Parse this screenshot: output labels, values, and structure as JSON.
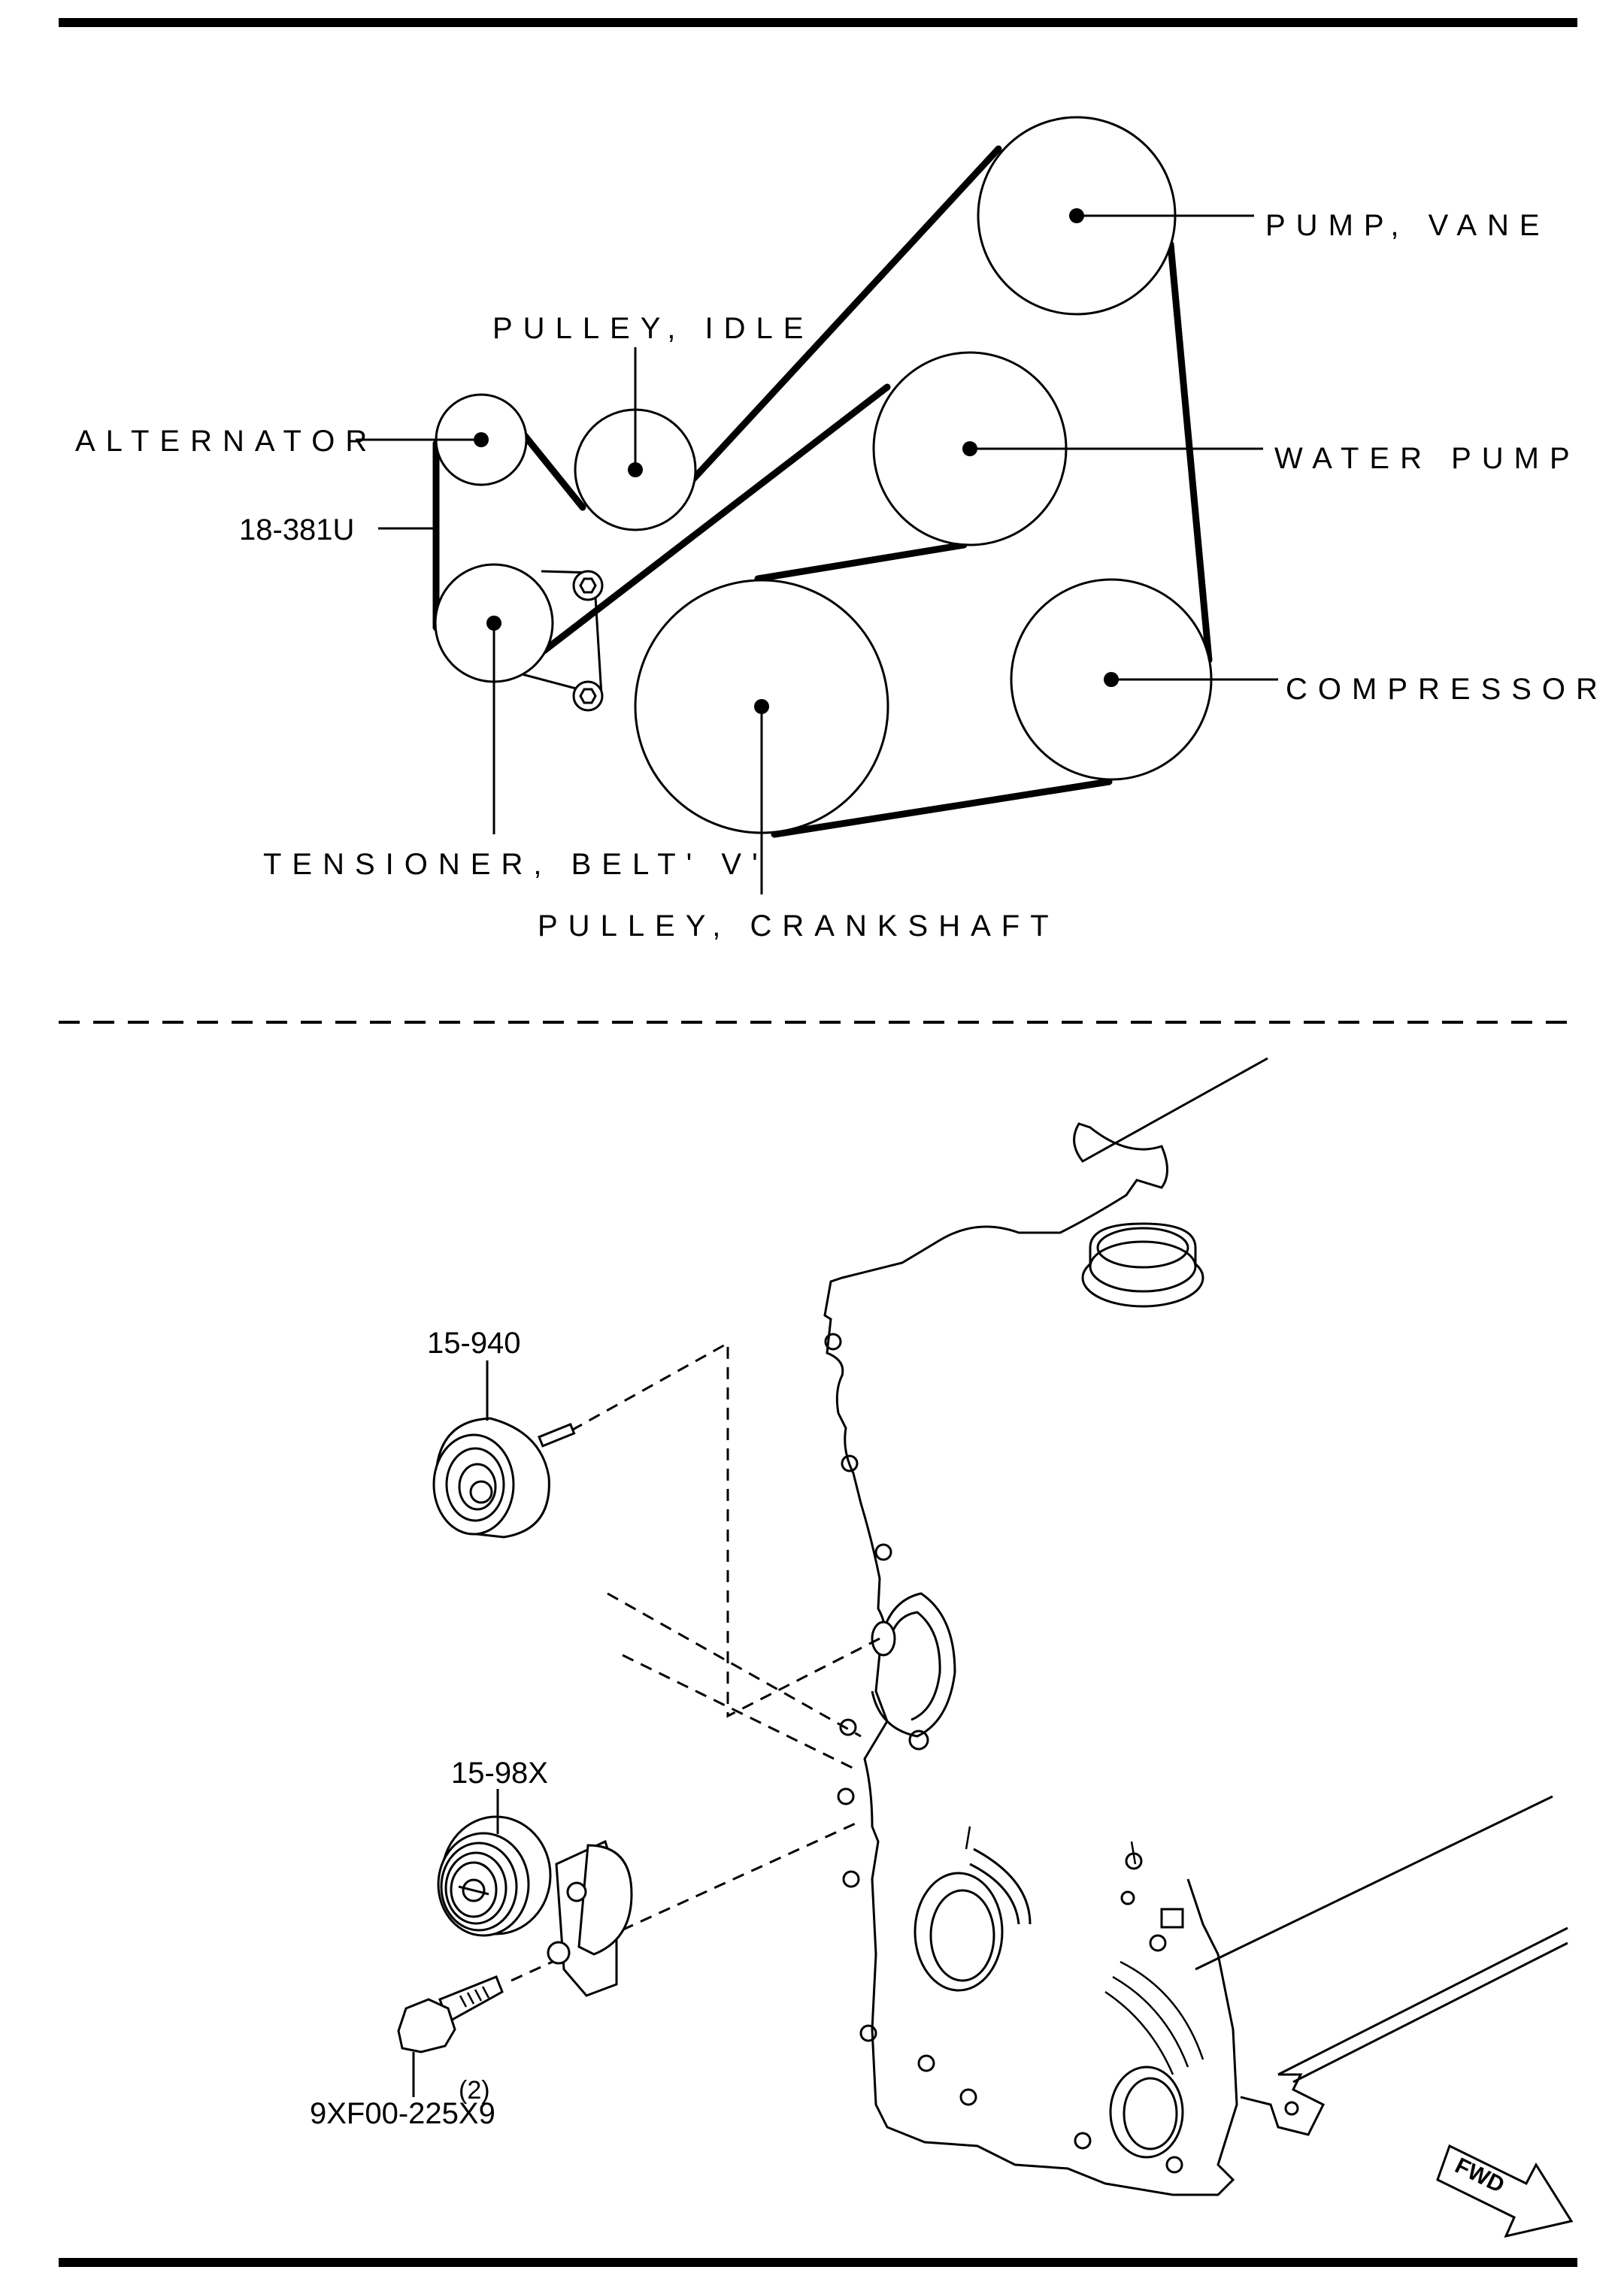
{
  "belt_diagram": {
    "labels": {
      "pump_vane": "PUMP, VANE",
      "pulley_idle": "PULLEY, IDLE",
      "alternator": "ALTERNATOR",
      "belt": "18-381U",
      "water_pump": "WATER PUMP",
      "compressor": "COMPRESSOR",
      "tensioner": "TENSIONER, BELT' V'",
      "crankshaft": "PULLEY, CRANKSHAFT"
    }
  },
  "exploded_view": {
    "parts": {
      "idler": "15-940",
      "tensioner": "15-98X",
      "bolt": "9XF00-225X9",
      "bolt_qty": "(2)"
    },
    "direction_badge": "FWD"
  }
}
